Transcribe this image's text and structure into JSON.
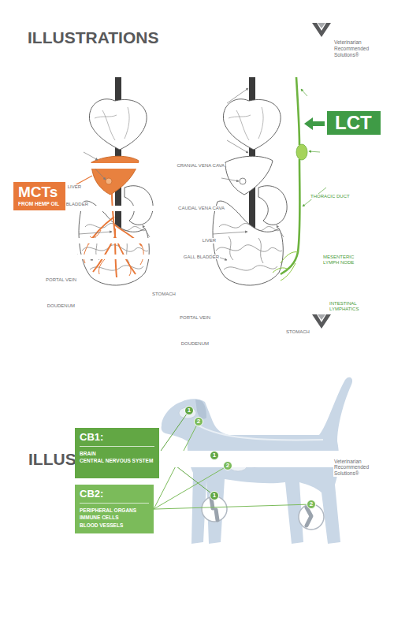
{
  "diagram": {
    "title": "ILLUSTRATIONS",
    "nodes": [
      {
        "text": [
          "MCTs",
          "FROM HEMP OIL"
        ]
      },
      {
        "text": [
          "LCT"
        ]
      },
      {
        "text": [
          "CB1:",
          "BRAIN",
          "CENTRAL NERVOUS SYSTEM"
        ]
      },
      {
        "text": [
          "CB2:",
          "PERIPHERAL ORGANS",
          "IMMUNE CELLS",
          "BLOOD VESSELS"
        ]
      },
      {
        "text": [
          "1"
        ]
      },
      {
        "text": [
          "2"
        ]
      },
      {
        "text": [
          "1"
        ]
      },
      {
        "text": [
          "2"
        ]
      },
      {
        "text": [
          "1"
        ]
      },
      {
        "text": [
          "2"
        ]
      }
    ],
    "edges": [
      {
        "from": 2,
        "to": 4,
        "arrow": "none"
      },
      {
        "from": 2,
        "to": 6,
        "arrow": "none"
      },
      {
        "from": 2,
        "to": 8,
        "arrow": "none"
      },
      {
        "from": 3,
        "to": 5,
        "arrow": "none"
      },
      {
        "from": 3,
        "to": 7,
        "arrow": "none"
      },
      {
        "from": 3,
        "to": 9,
        "arrow": "none"
      }
    ],
    "labels": [
      "Veterinarian Recommended Solutions®",
      "LIVER",
      "GALL BLADDER",
      "PORTAL VEIN",
      "DOUDENUM",
      "STOMACH",
      "CRANIAL VENA CAVA",
      "CAUDAL VENA CAVA",
      "LIVER",
      "GALL BLADDER",
      "PORTAL VEIN",
      "DOUDENUM",
      "STOMACH",
      "THORACIC DUCT",
      "MESENTERIC LYMPH NODE",
      "INTESTINAL LYMPHATICS",
      "ILLUSTRATIONS",
      "Veterinarian Recommended Solutions®"
    ]
  }
}
